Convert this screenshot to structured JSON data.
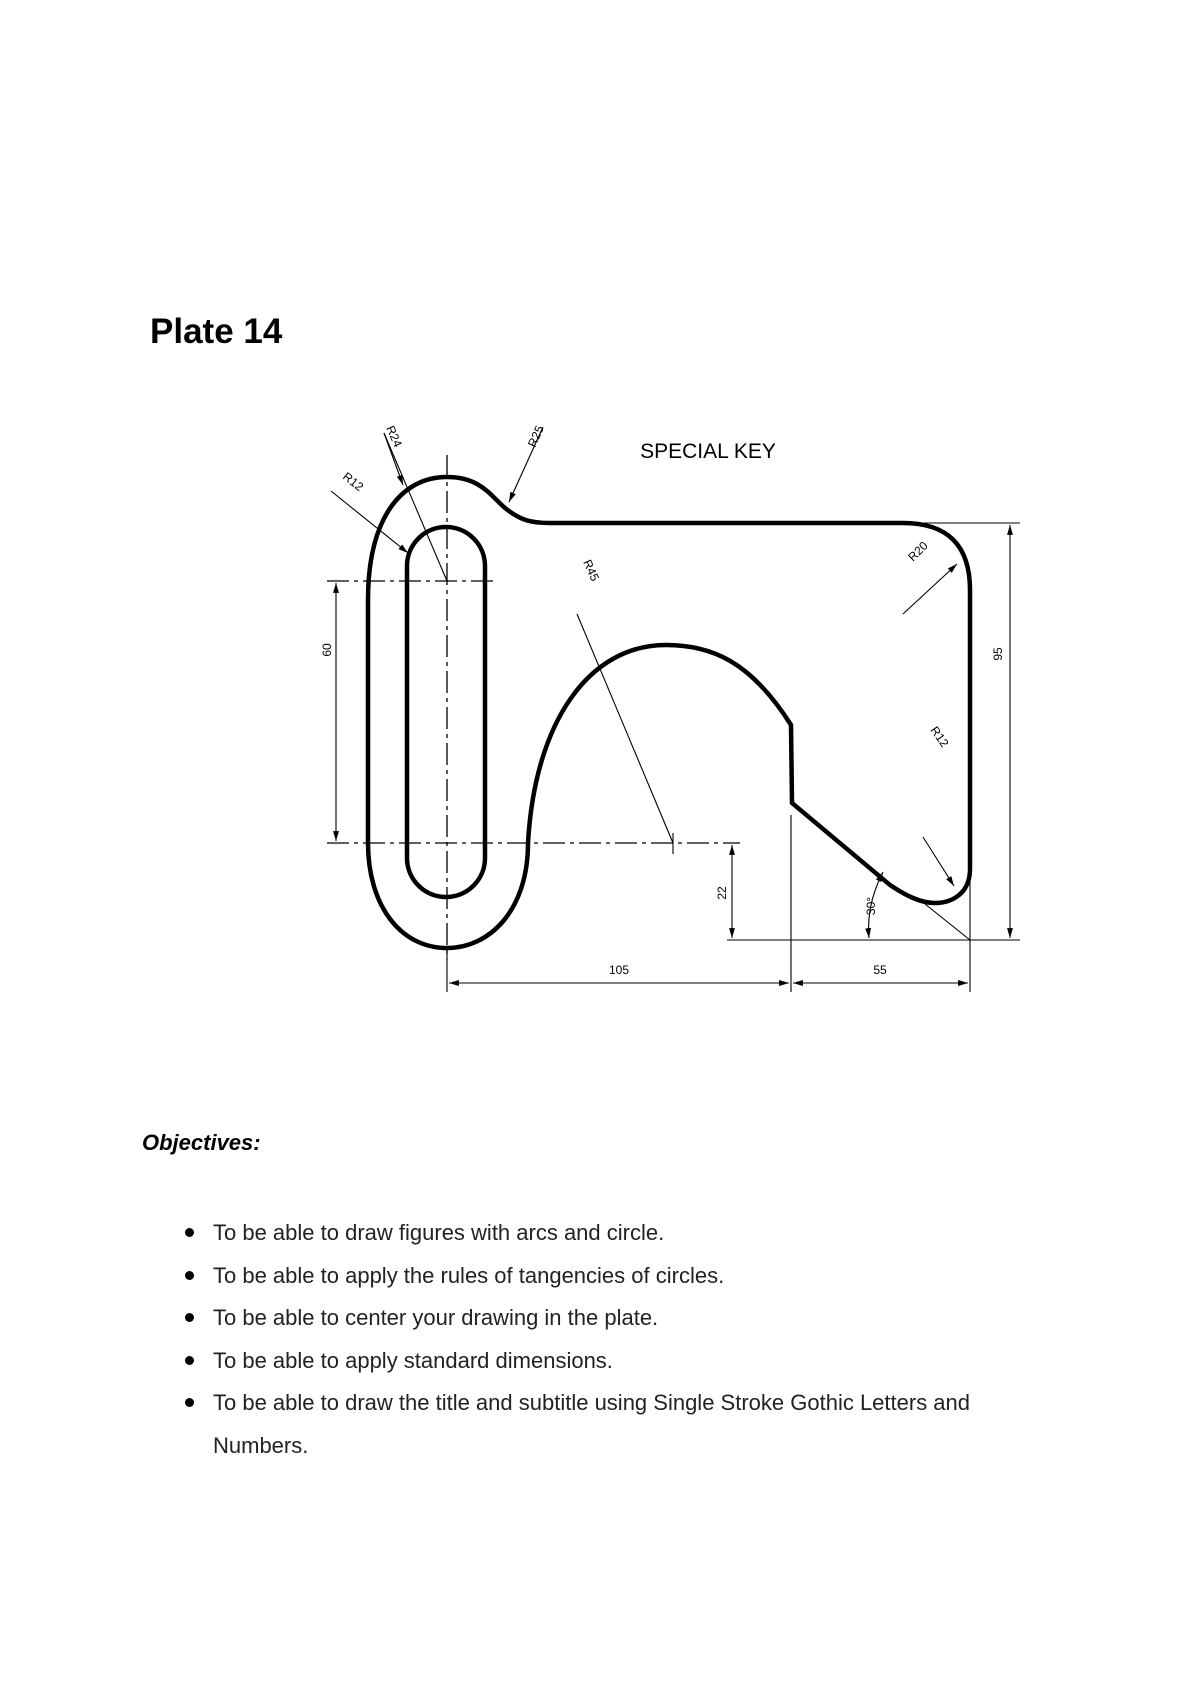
{
  "page_title": "Plate 14",
  "drawing": {
    "title": "SPECIAL KEY",
    "dimensions": {
      "r12_slot": "R12",
      "r24": "R24",
      "r25": "R25",
      "r45": "R45",
      "r20": "R20",
      "r12_corner": "R12",
      "d60": "60",
      "d95": "95",
      "d22": "22",
      "d105": "105",
      "d55": "55",
      "angle": "30°"
    }
  },
  "objectives": {
    "heading": "Objectives:",
    "items": [
      "To be able to draw figures with arcs and circle.",
      "To be able to apply the rules of tangencies of circles.",
      "To be able to center your drawing in the plate.",
      "To be able to apply standard dimensions.",
      "To be able to draw the title and subtitle using Single Stroke Gothic Letters and Numbers."
    ]
  }
}
